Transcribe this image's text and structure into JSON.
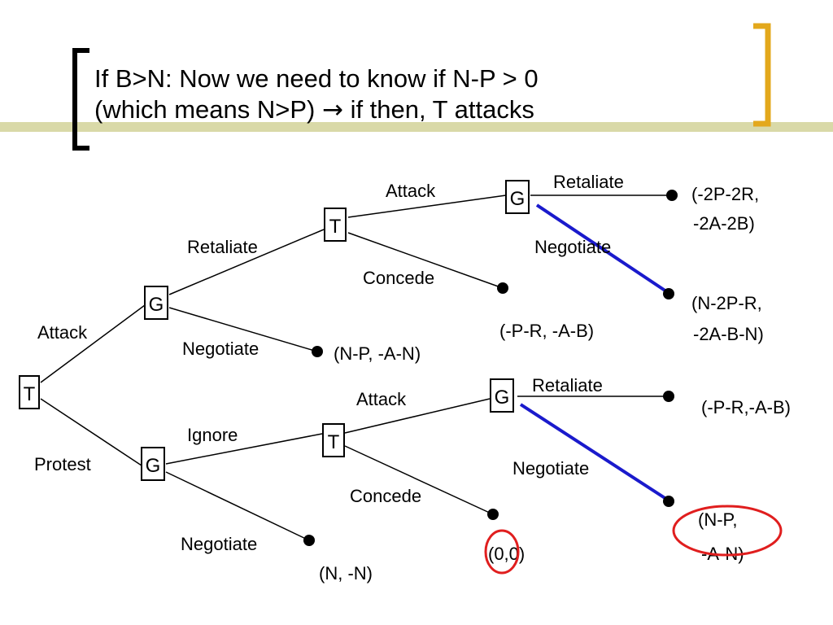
{
  "title": {
    "line1": "If B>N: Now we need to know if N-P > 0",
    "line2_part1": "(which means N>P) ",
    "arrow": "→",
    "line2_part2": " if then, T attacks"
  },
  "colors": {
    "accent_bar": "#d9d9a8",
    "bracket": "#e3a81c",
    "highlight_line": "#1a1acc",
    "circle": "#e01e1e"
  },
  "tree": {
    "nodes": {
      "root": "T",
      "g_top": "G",
      "t_top": "T",
      "g_top_top": "G",
      "g_bottom": "G",
      "t_bottom": "T",
      "g_bottom_top": "G"
    },
    "edges": {
      "attack": "Attack",
      "protest": "Protest",
      "retaliate_1": "Retaliate",
      "negotiate_1": "Negotiate",
      "attack_2": "Attack",
      "concede_2": "Concede",
      "retaliate_3": "Retaliate",
      "negotiate_3": "Negotiate",
      "ignore": "Ignore",
      "negotiate_4": "Negotiate",
      "attack_5": "Attack",
      "concede_5": "Concede",
      "retaliate_6": "Retaliate",
      "negotiate_6": "Negotiate"
    },
    "payoffs": {
      "p1_line1": "(-2P-2R,",
      "p1_line2": "-2A-2B)",
      "p2_line1": "(N-2P-R,",
      "p2_line2": "-2A-B-N)",
      "p3": "(-P-R, -A-B)",
      "p4": "(N-P, -A-N)",
      "p5": "(-P-R,-A-B)",
      "p6_line1": "(N-P,",
      "p6_line2": "-A-N)",
      "p7": "(0,0)",
      "p8": "(N, -N)"
    }
  }
}
